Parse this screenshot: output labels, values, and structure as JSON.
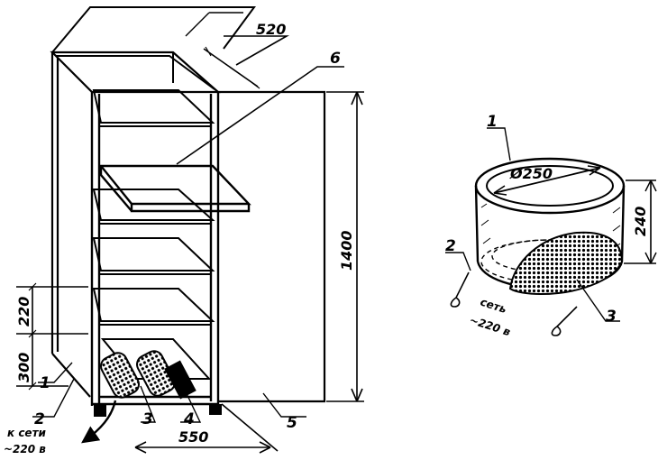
{
  "cabinet": {
    "dim_depth": "520",
    "dim_width": "550",
    "dim_height": "1400",
    "dim_shelf_gap": "220",
    "dim_heater_zone": "300",
    "label_1": "1",
    "label_2": "2",
    "label_3": "3",
    "label_4": "4",
    "label_5": "5",
    "label_6": "6",
    "power_line1": "к сети",
    "power_line2": "~220 в"
  },
  "heater": {
    "label_1": "1",
    "label_2": "2",
    "label_3": "3",
    "dim_diameter": "Ø250",
    "dim_height": "240",
    "power_line1": "сеть",
    "power_line2": "~220 в"
  }
}
